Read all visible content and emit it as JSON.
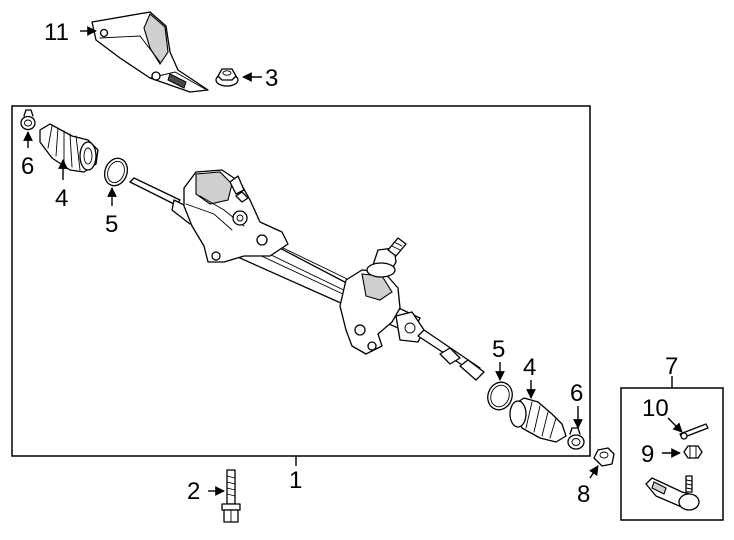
{
  "labels": {
    "heat_shield": "11",
    "nut": "3",
    "clamp_left": "6",
    "boot_left": "4",
    "band_left": "5",
    "band_right": "5",
    "boot_right": "4",
    "clamp_right": "6",
    "rack_assembly": "1",
    "bolt": "2",
    "tie_rod_nut": "8",
    "tie_rod_end_kit": "7",
    "cotter_pin": "10",
    "castle_nut": "9"
  }
}
